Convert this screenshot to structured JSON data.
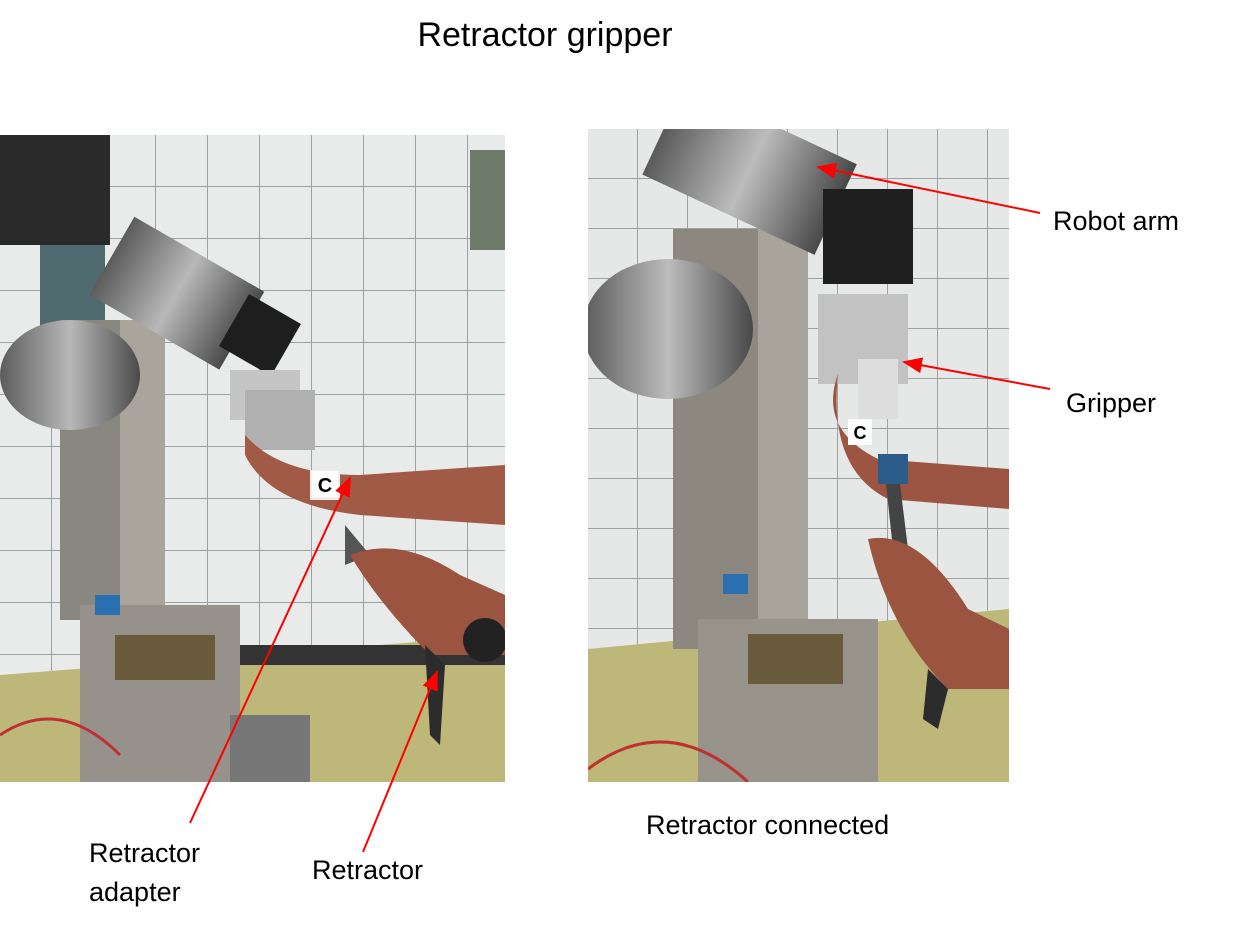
{
  "title": "Retractor gripper",
  "labels": {
    "robot_arm": "Robot arm",
    "gripper": "Gripper",
    "retractor_connected": "Retractor connected",
    "retractor_adapter_line1": "Retractor",
    "retractor_adapter_line2": "adapter",
    "retractor": "Retractor"
  },
  "photo_markings": {
    "adapter_letter": "C"
  },
  "colors": {
    "arrow": "#ff0000",
    "text": "#000000"
  }
}
